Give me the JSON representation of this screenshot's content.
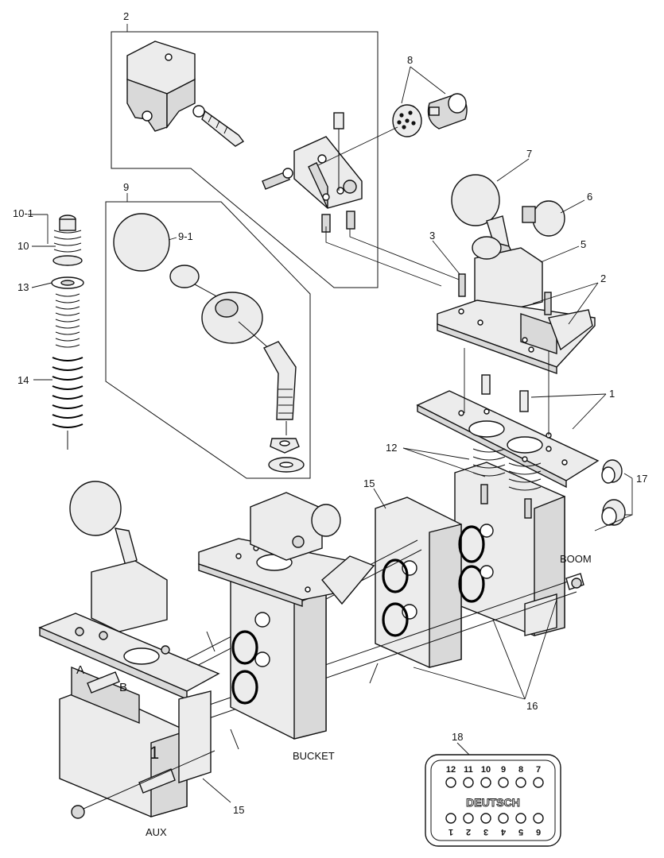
{
  "callouts": {
    "c2_top": "2",
    "c8": "8",
    "c7": "7",
    "c6": "6",
    "c5": "5",
    "c3": "3",
    "c2_right": "2",
    "c9": "9",
    "c9_1": "9-1",
    "c10_1": "10-1",
    "c10": "10",
    "c13": "13",
    "c14": "14",
    "c1": "1",
    "c12": "12",
    "c15_top": "15",
    "c17": "17",
    "c16": "16",
    "c15_bottom": "15",
    "c18": "18"
  },
  "section_labels": {
    "boom": "BOOM",
    "bucket": "BUCKET",
    "aux": "AUX"
  },
  "body_marks": {
    "port_a": "A",
    "port_b": "B",
    "section_number": "1"
  },
  "connector": {
    "brand": "DEUTSCH",
    "top_pins": [
      "12",
      "11",
      "10",
      "9",
      "8",
      "7"
    ],
    "bottom_pins": [
      "1",
      "2",
      "3",
      "4",
      "5",
      "6"
    ]
  }
}
